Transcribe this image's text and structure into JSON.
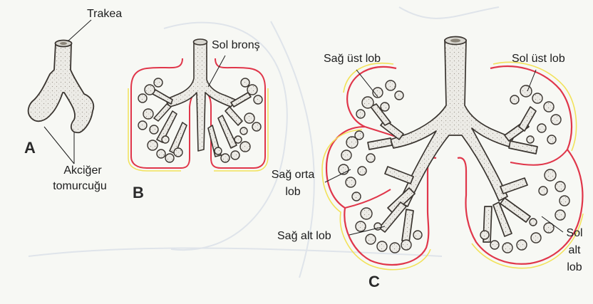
{
  "panels": {
    "a": {
      "letter": "A"
    },
    "b": {
      "letter": "B"
    },
    "c": {
      "letter": "C"
    }
  },
  "labels": {
    "trakea": "Trakea",
    "sol_brons": "Sol bronş",
    "akciger": "Akciğer",
    "tomurcugu": "tomurcuğu",
    "sag_ust_lob": "Sağ üst lob",
    "sol_ust_lob": "Sol üst lob",
    "sag_orta": "Sağ orta",
    "sag_orta_lob": "lob",
    "sag_alt_lob": "Sağ alt lob",
    "sol_alt_1": "Sol",
    "sol_alt_2": "alt",
    "sol_alt_3": "lob"
  },
  "colors": {
    "background": "#f7f8f4",
    "tissue": "#ecebe6",
    "outline": "#3a3530",
    "pleura_red": "#e0364a",
    "pleura_yellow": "#f2e25a",
    "faint_bg": "#e7ebef"
  }
}
